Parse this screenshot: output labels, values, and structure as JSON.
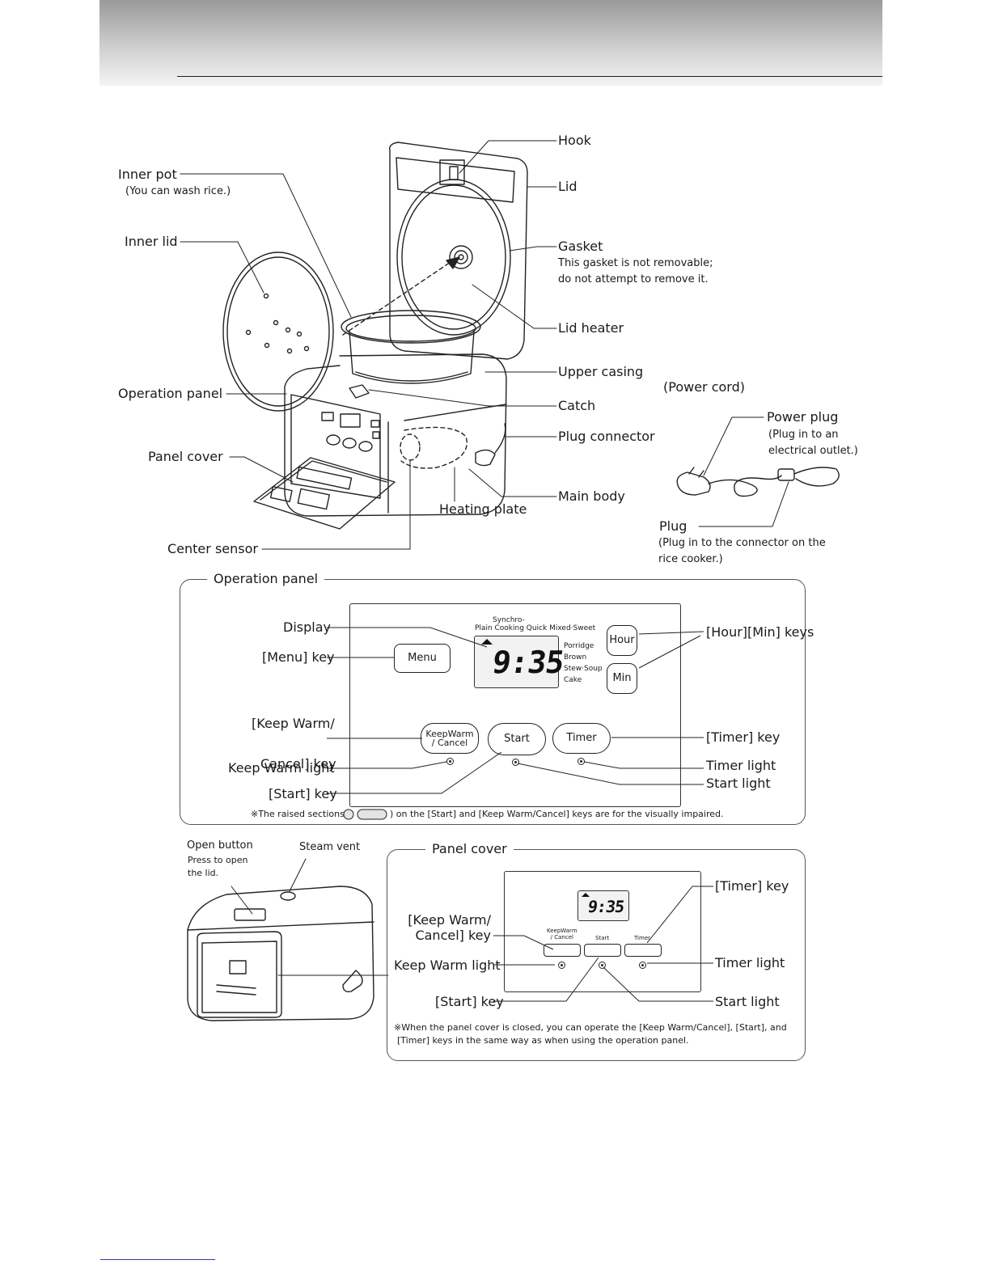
{
  "labels": {
    "hook": "Hook",
    "lid": "Lid",
    "inner_pot": "Inner pot",
    "inner_pot_note": "(You can wash rice.)",
    "inner_lid": "Inner lid",
    "gasket": "Gasket",
    "gasket_note1": "This gasket is not removable;",
    "gasket_note2": "do not attempt to remove it.",
    "lid_heater": "Lid heater",
    "upper_casing": "Upper casing",
    "power_cord": "(Power cord)",
    "operation_panel": "Operation panel",
    "catch": "Catch",
    "plug_connector": "Plug connector",
    "power_plug": "Power plug",
    "power_plug_note1": "(Plug in to an",
    "power_plug_note2": "electrical outlet.)",
    "panel_cover": "Panel cover",
    "main_body": "Main body",
    "heating_plate": "Heating plate",
    "plug": "Plug",
    "plug_note1": "(Plug in to the connector on the",
    "plug_note2": "rice cooker.)",
    "center_sensor": "Center sensor"
  },
  "op_panel": {
    "title": "Operation panel",
    "display_label": "Display",
    "menu_key_label": "[Menu] key",
    "hour_min_label": "[Hour][Min] keys",
    "keep_warm_label_1": "[Keep Warm/",
    "keep_warm_label_2": "Cancel] key",
    "keep_warm_light_label": "Keep Warm light",
    "timer_key_label": "[Timer] key",
    "timer_light_label": "Timer light",
    "start_light_label": "Start light",
    "start_key_label": "[Start] key",
    "note_before": "※The raised sections (",
    "note_after": ") on the [Start] and [Keep Warm/Cancel] keys are for the visually impaired.",
    "synchro": "Synchro-",
    "menu_top": "Plain  Cooking  Quick  Mixed·Sweet",
    "menu_right": [
      "Porridge",
      "Brown",
      "Stew·Soup",
      "Cake"
    ],
    "time": "9:35",
    "keys": {
      "menu": "Menu",
      "hour": "Hour",
      "min": "Min",
      "keep_warm": "KeepWarm\n/ Cancel",
      "start": "Start",
      "timer": "Timer"
    }
  },
  "exterior": {
    "open_button": "Open button",
    "open_button_note1": "Press to open",
    "open_button_note2": "the lid.",
    "steam_vent": "Steam vent"
  },
  "panel_cover": {
    "title": "Panel cover",
    "timer_key_label": "[Timer] key",
    "keep_warm_label_1": "[Keep Warm/",
    "keep_warm_label_2": "Cancel] key",
    "keep_warm_light_label": "Keep Warm light",
    "timer_light_label": "Timer light",
    "start_key_label": "[Start] key",
    "start_light_label": "Start light",
    "time": "9:35",
    "mini_keep_warm": "KeepWarm\n/ Cancel",
    "mini_start": "Start",
    "mini_timer": "Timer",
    "note1": "※When the panel cover is closed, you can operate the [Keep Warm/Cancel], [Start], and",
    "note2": "[Timer] keys in the same way as when using the operation panel."
  }
}
